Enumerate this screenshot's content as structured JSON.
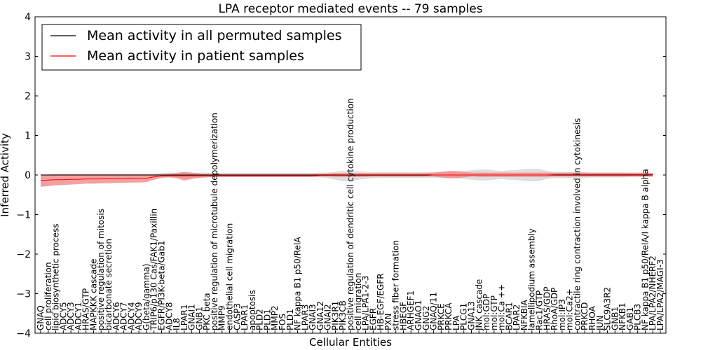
{
  "chart_data": {
    "type": "line",
    "title": "LPA receptor mediated events -- 79 samples",
    "xlabel": "Cellular Entities",
    "ylabel": "Inferred Activity",
    "ylim": [
      -4,
      4
    ],
    "yticks": [
      -4,
      -3,
      -2,
      -1,
      0,
      1,
      2,
      3,
      4
    ],
    "grid": false,
    "legend_position": "top-left",
    "colors": {
      "permuted": "#000000",
      "patient": "#ff0000",
      "patient_band": "#f08080",
      "permuted_band": "#c8c8c8"
    },
    "categories": [
      "GNAQ",
      "cell proliferation",
      "lipid biosynthetic process",
      "ADCY5",
      "ADCY3",
      "ADCY1",
      "HRAS/GTP",
      "MAPKKK cascade",
      "positive regulation of mitosis",
      "bicarbonate secretion",
      "ADCY6",
      "ADCY7",
      "ADCY4",
      "ADCY9",
      "G(beta/gamma)",
      "TRIP6/p130 Cas/FAK1/Paxillin",
      "EGFR/PI3K-beta/Gab1",
      "ADCY8",
      "IL8",
      "LPAR1",
      "GNAI1",
      "GNB1",
      "PKC beta",
      "positive regulation of microtubule depolymerization",
      "MMP9",
      "endothelial cell migration",
      "CASP3",
      "LPAR1",
      "apoptosis",
      "PLD2",
      "PLD1",
      "MMP2",
      "FOS",
      "PLD1",
      "NF kappa B1 p50/RelA",
      "LPAR3",
      "GNAI3",
      "GNA12",
      "GNAI2",
      "PIK3R1",
      "PIK3CB",
      "positive regulation of dendritic cell cytokine production",
      "cell migration",
      "LPA/LPA1-2-3",
      "EGFR",
      "HB-EGF/EGFR",
      "PXN",
      "stress fiber formation",
      "HBEGF",
      "ARHGEF1",
      "GNAO1",
      "GNG2",
      "GNAQ/11",
      "PRKCE",
      "PRKCA",
      "LPA",
      "PLCG1",
      "GNA13",
      "JNK cascade",
      "mol:GDP",
      "mol:GTP",
      "mol:Ca ++",
      "BCAR1",
      "LPAR2",
      "NFKBIA",
      "lamellipodium assembly",
      "Rac1/GTP",
      "HRAS/GDP",
      "RhoA/GDP",
      "mol:IP3",
      "mol:Ca2+",
      "contractile ring contraction involved in cytokinesis",
      "PRKCD",
      "RHOA",
      "JUN",
      "SLC9A3R2",
      "GNB1",
      "NFKB1",
      "GAB1",
      "PLCB3",
      "NF kappa B1 p50/RelA/I kappa B alpha",
      "LPA/LPA2/NHERF2",
      "LPA/LPA2/MAGI-3"
    ],
    "series": [
      {
        "name": "Mean activity in all permuted samples",
        "values": [
          0,
          0,
          0,
          0,
          0,
          0,
          0,
          0,
          0,
          0,
          0,
          0,
          0,
          0,
          0,
          0,
          0,
          0,
          0,
          0,
          0,
          0,
          0,
          0,
          0,
          0,
          0,
          0,
          0,
          0,
          0,
          0,
          0,
          0,
          0,
          0,
          0,
          0,
          0,
          0,
          0,
          0,
          0,
          0,
          0,
          0,
          0,
          0,
          0,
          0,
          0,
          0,
          0,
          0,
          0,
          0,
          0,
          0,
          0,
          0,
          0,
          0,
          0,
          0,
          0,
          0,
          0,
          0,
          0,
          0,
          0,
          0,
          0,
          0,
          0,
          0,
          0,
          0,
          0,
          0,
          0,
          0
        ],
        "upper": [
          0.02,
          0.02,
          0.02,
          0.02,
          0.02,
          0.02,
          0.02,
          0.02,
          0.02,
          0.02,
          0.02,
          0.02,
          0.02,
          0.02,
          0.02,
          0.03,
          0.05,
          0.06,
          0.06,
          0.06,
          0.06,
          0.06,
          0.06,
          0.05,
          0.05,
          0.05,
          0.05,
          0.05,
          0.05,
          0.05,
          0.05,
          0.05,
          0.05,
          0.05,
          0.05,
          0.05,
          0.05,
          0.06,
          0.06,
          0.08,
          0.1,
          0.1,
          0.09,
          0.08,
          0.07,
          0.07,
          0.07,
          0.07,
          0.07,
          0.07,
          0.07,
          0.07,
          0.07,
          0.07,
          0.07,
          0.08,
          0.1,
          0.12,
          0.14,
          0.14,
          0.12,
          0.1,
          0.12,
          0.13,
          0.15,
          0.16,
          0.15,
          0.1,
          0.08,
          0.08,
          0.07,
          0.07,
          0.07,
          0.06,
          0.06,
          0.06,
          0.06,
          0.06,
          0.05,
          0.05,
          0.05,
          0.05
        ],
        "lower": [
          -0.02,
          -0.02,
          -0.02,
          -0.02,
          -0.02,
          -0.02,
          -0.02,
          -0.02,
          -0.02,
          -0.02,
          -0.02,
          -0.02,
          -0.02,
          -0.02,
          -0.02,
          -0.03,
          -0.05,
          -0.06,
          -0.06,
          -0.06,
          -0.06,
          -0.06,
          -0.06,
          -0.05,
          -0.05,
          -0.05,
          -0.05,
          -0.05,
          -0.05,
          -0.05,
          -0.05,
          -0.05,
          -0.05,
          -0.05,
          -0.05,
          -0.05,
          -0.05,
          -0.06,
          -0.08,
          -0.12,
          -0.16,
          -0.16,
          -0.12,
          -0.1,
          -0.08,
          -0.07,
          -0.07,
          -0.07,
          -0.07,
          -0.07,
          -0.07,
          -0.07,
          -0.07,
          -0.07,
          -0.07,
          -0.08,
          -0.1,
          -0.12,
          -0.14,
          -0.14,
          -0.12,
          -0.1,
          -0.12,
          -0.13,
          -0.15,
          -0.16,
          -0.15,
          -0.1,
          -0.08,
          -0.08,
          -0.07,
          -0.07,
          -0.07,
          -0.06,
          -0.06,
          -0.06,
          -0.06,
          -0.06,
          -0.05,
          -0.05,
          -0.05,
          -0.05
        ]
      },
      {
        "name": "Mean activity in patient samples",
        "values": [
          -0.14,
          -0.13,
          -0.12,
          -0.12,
          -0.11,
          -0.11,
          -0.1,
          -0.1,
          -0.1,
          -0.09,
          -0.09,
          -0.09,
          -0.08,
          -0.08,
          -0.08,
          -0.05,
          -0.02,
          -0.02,
          -0.02,
          -0.02,
          -0.02,
          -0.02,
          -0.02,
          -0.02,
          -0.02,
          -0.02,
          -0.02,
          -0.02,
          -0.02,
          -0.02,
          -0.02,
          -0.02,
          -0.02,
          -0.02,
          -0.02,
          -0.02,
          -0.02,
          -0.01,
          -0.01,
          -0.01,
          -0.01,
          -0.01,
          -0.01,
          -0.01,
          -0.01,
          -0.01,
          -0.01,
          -0.01,
          -0.01,
          -0.01,
          -0.01,
          -0.01,
          0.0,
          0.0,
          0.0,
          0.0,
          0.0,
          0.0,
          0.0,
          0.0,
          0.0,
          0.0,
          0.0,
          0.0,
          0.0,
          0.0,
          0.0,
          0.0,
          0.01,
          0.01,
          0.01,
          0.01,
          0.01,
          0.01,
          0.01,
          0.01,
          0.01,
          0.01,
          0.01,
          0.01,
          0.01,
          0.01
        ],
        "upper": [
          0.0,
          0.01,
          0.02,
          0.02,
          0.02,
          0.02,
          0.02,
          0.02,
          0.02,
          0.02,
          0.02,
          0.02,
          0.02,
          0.02,
          0.02,
          0.02,
          0.02,
          0.03,
          0.05,
          0.08,
          0.06,
          0.04,
          0.03,
          0.03,
          0.03,
          0.03,
          0.03,
          0.03,
          0.03,
          0.03,
          0.03,
          0.03,
          0.03,
          0.03,
          0.03,
          0.03,
          0.03,
          0.03,
          0.04,
          0.05,
          0.05,
          0.05,
          0.05,
          0.05,
          0.05,
          0.05,
          0.05,
          0.05,
          0.05,
          0.05,
          0.05,
          0.05,
          0.06,
          0.08,
          0.1,
          0.1,
          0.08,
          0.06,
          0.06,
          0.06,
          0.06,
          0.06,
          0.06,
          0.06,
          0.06,
          0.06,
          0.06,
          0.06,
          0.06,
          0.06,
          0.06,
          0.06,
          0.06,
          0.06,
          0.06,
          0.06,
          0.06,
          0.06,
          0.06,
          0.06,
          0.06,
          0.05
        ],
        "lower": [
          -0.3,
          -0.28,
          -0.26,
          -0.25,
          -0.24,
          -0.23,
          -0.22,
          -0.22,
          -0.21,
          -0.21,
          -0.2,
          -0.2,
          -0.19,
          -0.19,
          -0.18,
          -0.12,
          -0.07,
          -0.06,
          -0.08,
          -0.14,
          -0.1,
          -0.07,
          -0.06,
          -0.05,
          -0.05,
          -0.05,
          -0.05,
          -0.05,
          -0.05,
          -0.05,
          -0.05,
          -0.05,
          -0.05,
          -0.05,
          -0.05,
          -0.05,
          -0.05,
          -0.04,
          -0.04,
          -0.05,
          -0.05,
          -0.05,
          -0.05,
          -0.05,
          -0.04,
          -0.04,
          -0.04,
          -0.04,
          -0.04,
          -0.04,
          -0.04,
          -0.04,
          -0.04,
          -0.06,
          -0.08,
          -0.08,
          -0.06,
          -0.04,
          -0.05,
          -0.05,
          -0.05,
          -0.05,
          -0.05,
          -0.05,
          -0.05,
          -0.05,
          -0.05,
          -0.05,
          -0.04,
          -0.04,
          -0.04,
          -0.04,
          -0.04,
          -0.04,
          -0.04,
          -0.04,
          -0.04,
          -0.04,
          -0.04,
          -0.04,
          -0.04,
          -0.04
        ]
      }
    ]
  }
}
